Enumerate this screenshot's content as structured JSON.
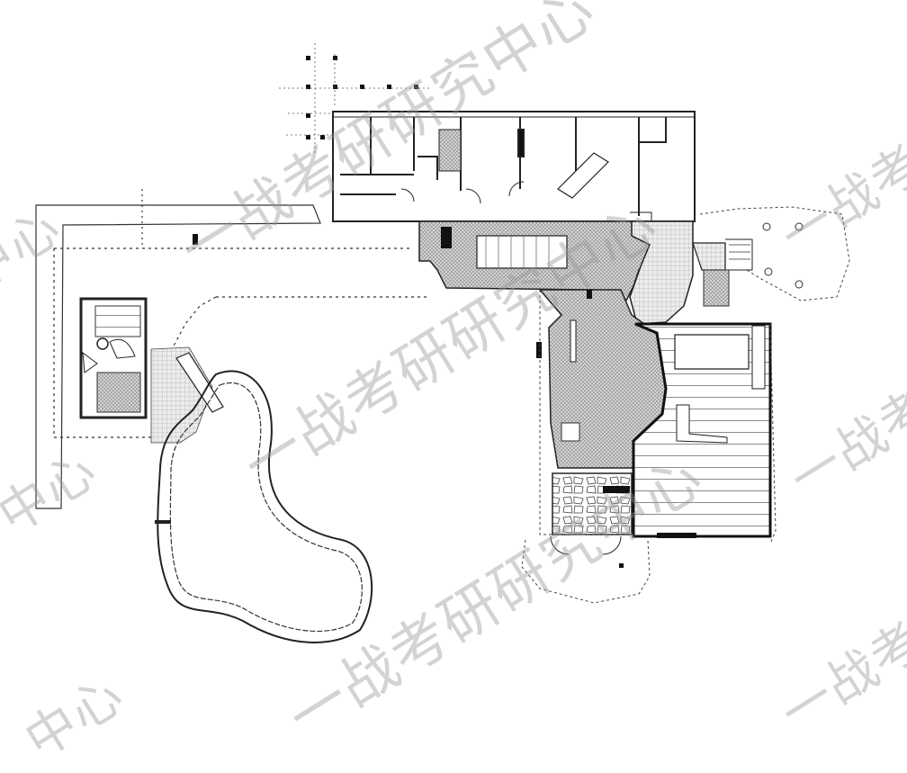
{
  "watermark": {
    "text_a": "一战考研研究中心",
    "text_b": "中心",
    "text_c": "一战考研研究中心",
    "text_d": "一战考研研究中心",
    "text_e": "一战考",
    "text_f": "一战考",
    "text_g": "中心",
    "text_h": "一战考",
    "text_i": "中心"
  },
  "colors": {
    "line": "#222222",
    "hatch": "#9a9a9a",
    "dark": "#111111"
  }
}
